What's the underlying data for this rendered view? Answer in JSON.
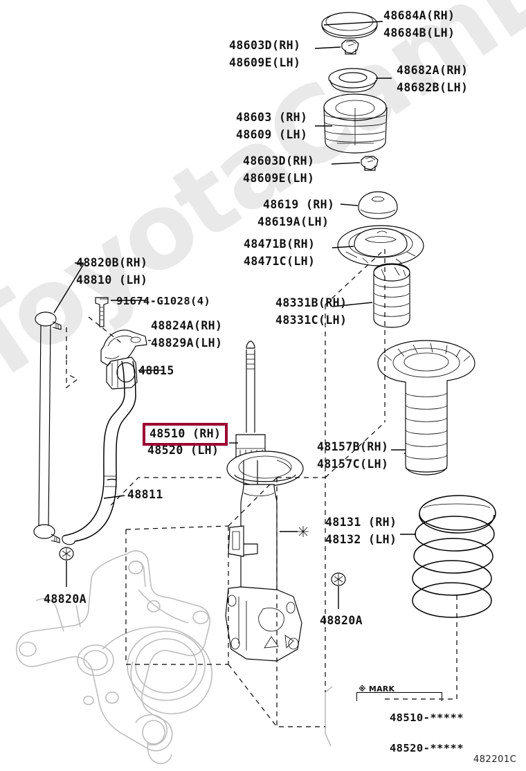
{
  "diagram": {
    "title": "Toyota front suspension strut / stabilizer bar exploded parts diagram",
    "drawing_number": "482201C",
    "watermark": "ToyotaCamLine.ru",
    "highlight_color": "#9b0032"
  },
  "labels": {
    "suspension_support_cap": {
      "line1": "48684A(RH)",
      "line2": "48684B(LH)"
    },
    "strut_nut_upper": {
      "line1": "48603D(RH)",
      "line2": "48609E(LH)"
    },
    "dust_seal": {
      "line1": "48682A(RH)",
      "line2": "48682B(LH)"
    },
    "suspension_support": {
      "line1": "48603 (RH)",
      "line2": "48609 (LH)"
    },
    "strut_nut_lower": {
      "line1": "48603D(RH)",
      "line2": "48609E(LH)"
    },
    "bearing_cover": {
      "line1": "48619 (RH)",
      "line2": "48619A(LH)"
    },
    "spring_upper_seat": {
      "line1": "48471B(RH)",
      "line2": "48471C(LH)"
    },
    "bumper_spring": {
      "line1": "48331B(RH)",
      "line2": "48331C(LH)"
    },
    "stabilizer_link": {
      "line1": "48820B(RH)",
      "line2": "48810 (LH)"
    },
    "bracket_bolt": {
      "line1": "91674-G1028(4)"
    },
    "stabilizer_bracket": {
      "line1": "48824A(RH)",
      "line2": "48829A(LH)"
    },
    "stabilizer_bushing": {
      "line1": "48815"
    },
    "shock_absorber": {
      "line1": "48510 (RH)",
      "line2": "48520 (LH)",
      "highlighted": true
    },
    "stabilizer_bar": {
      "line1": "48811"
    },
    "dust_cover": {
      "line1": "48157B(RH)",
      "line2": "48157C(LH)"
    },
    "coil_spring": {
      "line1": "48131 (RH)",
      "line2": "48132 (LH)"
    },
    "link_nut_left": {
      "line1": "48820A"
    },
    "link_nut_right": {
      "line1": "48820A"
    }
  },
  "mark_legend": {
    "heading": "※ MARK",
    "lines": [
      "48510-*****",
      "48520-*****"
    ]
  },
  "footer": {
    "code": "482201C"
  },
  "mark_symbol": "※"
}
